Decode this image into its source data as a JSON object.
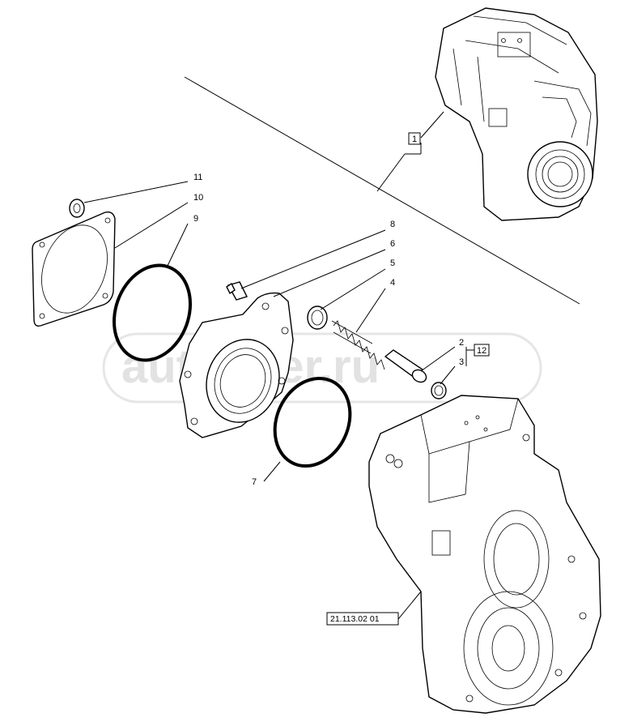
{
  "watermark": "autopiter.ru",
  "callouts": {
    "c1": "1",
    "c2": "2",
    "c3": "3",
    "c4": "4",
    "c5": "5",
    "c6": "6",
    "c7": "7",
    "c8": "8",
    "c9": "9",
    "c10": "10",
    "c11": "11",
    "c12": "12"
  },
  "reference": "21.113.02 01"
}
